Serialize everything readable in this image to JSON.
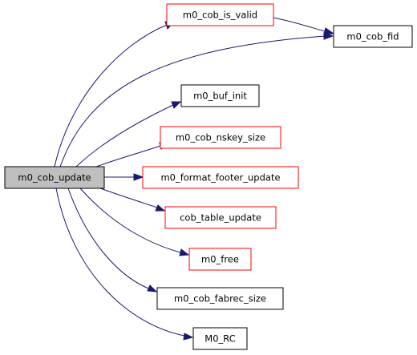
{
  "colors": {
    "edge": "#191970",
    "root_fill": "#bfbfbf",
    "root_border": "#000000",
    "black_border": "#000000",
    "red_border": "#ff0000",
    "node_fill": "#ffffff"
  },
  "graph": {
    "root": {
      "label": "m0_cob_update"
    },
    "nodes": [
      {
        "id": "cob_is_valid",
        "label": "m0_cob_is_valid",
        "border": "red"
      },
      {
        "id": "cob_fid",
        "label": "m0_cob_fid",
        "border": "black"
      },
      {
        "id": "buf_init",
        "label": "m0_buf_init",
        "border": "black"
      },
      {
        "id": "cob_nskey_size",
        "label": "m0_cob_nskey_size",
        "border": "red"
      },
      {
        "id": "format_footer_update",
        "label": "m0_format_footer_update",
        "border": "red"
      },
      {
        "id": "cob_table_update",
        "label": "cob_table_update",
        "border": "red"
      },
      {
        "id": "free",
        "label": "m0_free",
        "border": "red"
      },
      {
        "id": "cob_fabrec_size",
        "label": "m0_cob_fabrec_size",
        "border": "black"
      },
      {
        "id": "rc",
        "label": "M0_RC",
        "border": "black"
      }
    ]
  }
}
